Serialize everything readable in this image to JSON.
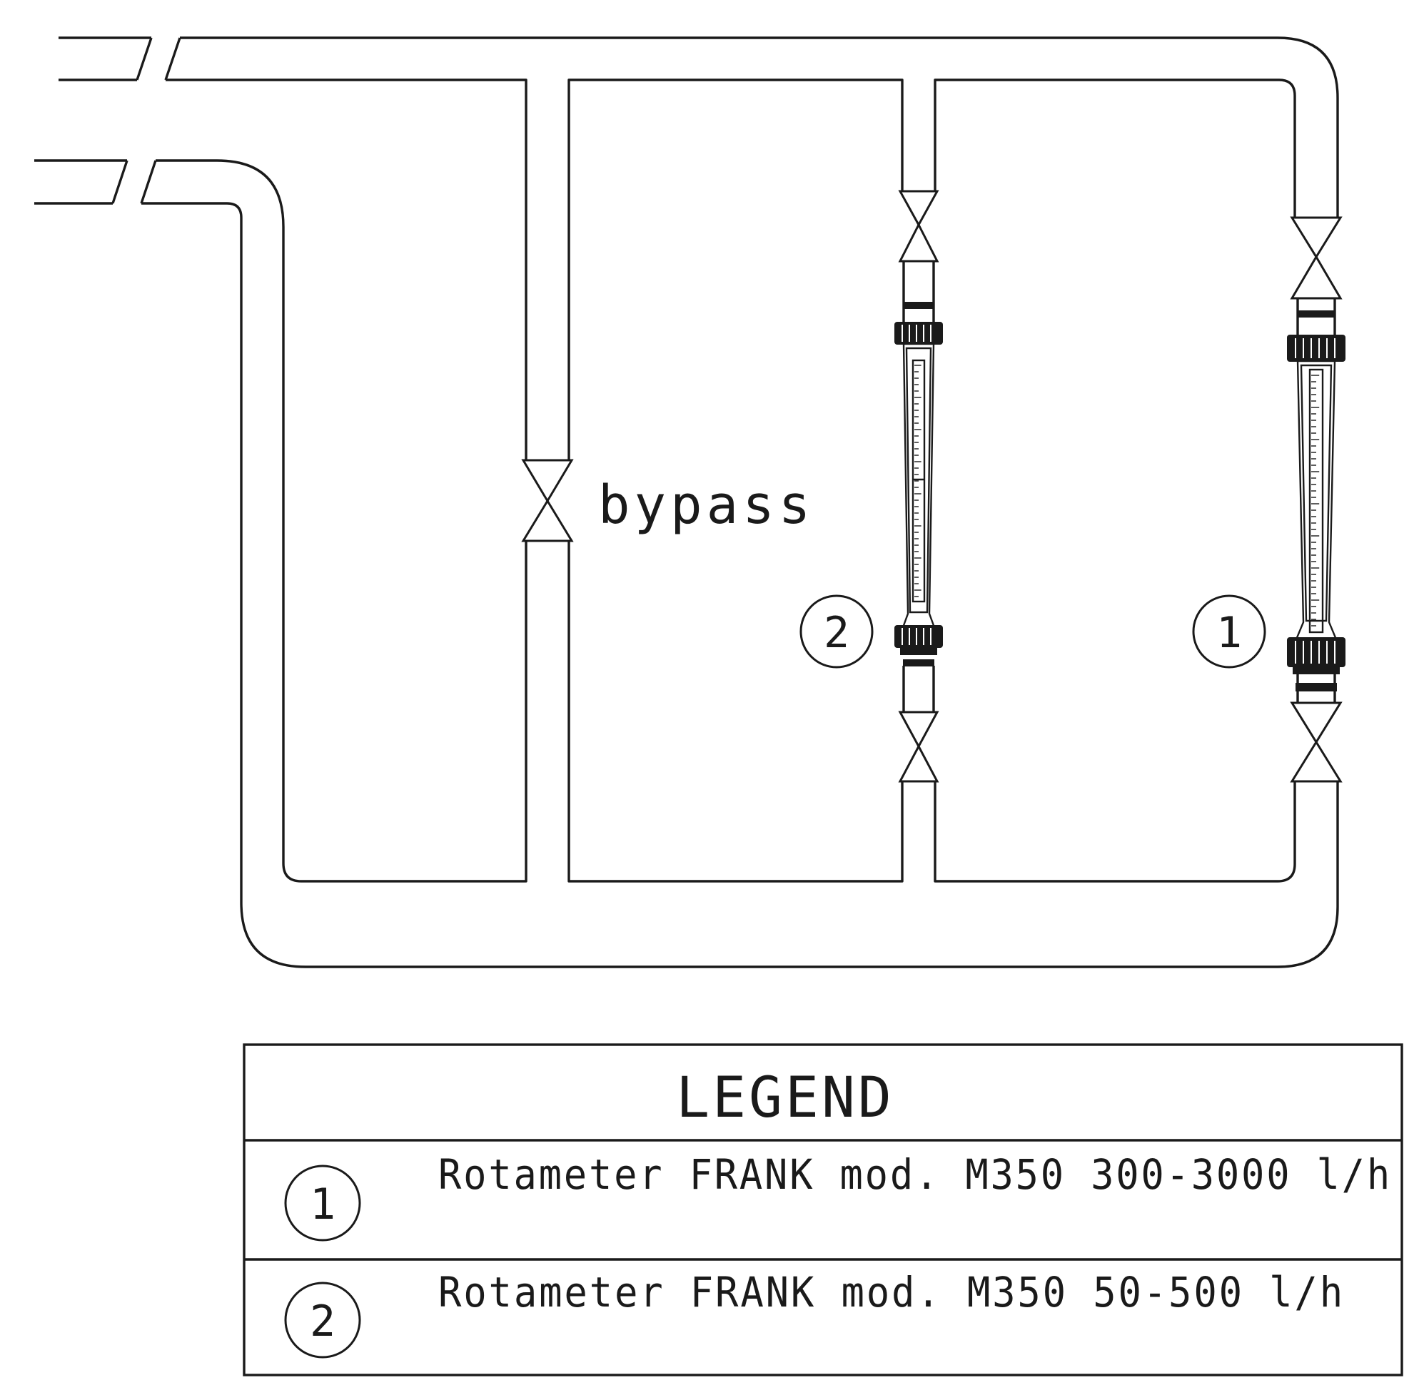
{
  "diagram": {
    "bypass_label": "bypass",
    "rotameters": [
      {
        "id": "1"
      },
      {
        "id": "2"
      }
    ]
  },
  "legend": {
    "title": "LEGEND",
    "rows": [
      {
        "number": "1",
        "text": "Rotameter FRANK mod. M350 300-3000 l/h"
      },
      {
        "number": "2",
        "text": "Rotameter FRANK mod. M350 50-500 l/h"
      }
    ]
  },
  "colors": {
    "line": "#1a1a1a",
    "background": "#ffffff"
  }
}
